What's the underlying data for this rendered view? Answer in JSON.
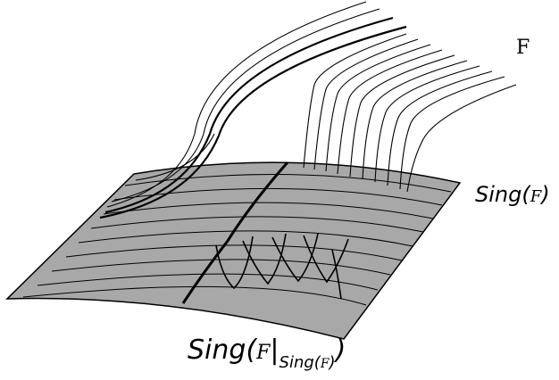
{
  "labels": {
    "foliation": "F",
    "sing_prefix": "Sing",
    "sing_arg": "F",
    "bottom_prefix": "Sing",
    "bottom_arg": "F",
    "bottom_sub_prefix": "Sing",
    "bottom_sub_arg": "F"
  },
  "colors": {
    "surface_fill": "#a8a8a8",
    "stroke": "#000000",
    "background": "#ffffff"
  }
}
